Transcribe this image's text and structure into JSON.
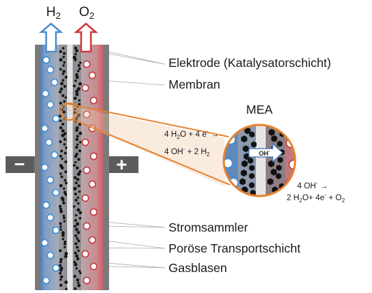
{
  "gases": {
    "h2": {
      "symbol": "H",
      "sub": "2"
    },
    "o2": {
      "symbol": "O",
      "sub": "2"
    }
  },
  "labels": {
    "electrode": "Elektrode (Katalysatorschicht)",
    "membrane": "Membran",
    "current_collector": "Stromsammler",
    "porous_layer": "Poröse Transportschicht",
    "bubbles": "Gasblasen",
    "mea": "MEA"
  },
  "terminals": {
    "negative": "−",
    "positive": "+"
  },
  "ion": {
    "base": "OH",
    "sup": "-"
  },
  "cathode_reaction": {
    "line1": [
      "4 H",
      "2",
      "O + 4 e",
      "-",
      " →"
    ],
    "line2": [
      "4 OH",
      "-",
      " + 2 H",
      "2"
    ]
  },
  "anode_reaction": {
    "line1": [
      "4 OH",
      "-",
      " →"
    ],
    "line2": [
      "2 H",
      "2",
      "O+ 4e",
      "-",
      " + O",
      "2"
    ]
  },
  "colors": {
    "cathode": "#3f7fc0",
    "anode": "#c24848",
    "callout": "#e6822e",
    "terminal_bar": "#666666",
    "frame": "#707070"
  }
}
